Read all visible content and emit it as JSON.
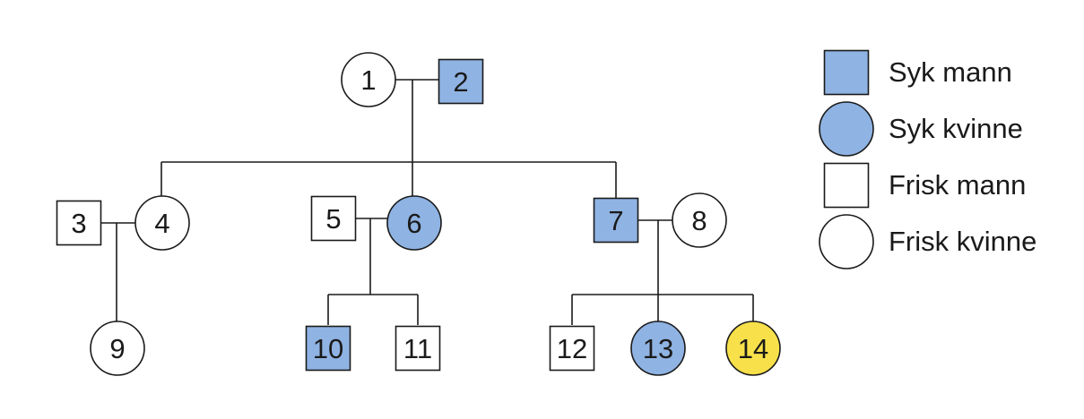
{
  "colors": {
    "affected": "#8fb3e3",
    "unaffected": "#ffffff",
    "highlight": "#f7e04a",
    "line": "#1a1a1a"
  },
  "individuals": [
    {
      "id": "1",
      "sex": "female",
      "status": "unaffected"
    },
    {
      "id": "2",
      "sex": "male",
      "status": "affected"
    },
    {
      "id": "3",
      "sex": "male",
      "status": "unaffected"
    },
    {
      "id": "4",
      "sex": "female",
      "status": "unaffected"
    },
    {
      "id": "5",
      "sex": "male",
      "status": "unaffected"
    },
    {
      "id": "6",
      "sex": "female",
      "status": "affected"
    },
    {
      "id": "7",
      "sex": "male",
      "status": "affected"
    },
    {
      "id": "8",
      "sex": "female",
      "status": "unaffected"
    },
    {
      "id": "9",
      "sex": "female",
      "status": "unaffected"
    },
    {
      "id": "10",
      "sex": "male",
      "status": "affected"
    },
    {
      "id": "11",
      "sex": "male",
      "status": "unaffected"
    },
    {
      "id": "12",
      "sex": "male",
      "status": "unaffected"
    },
    {
      "id": "13",
      "sex": "female",
      "status": "affected"
    },
    {
      "id": "14",
      "sex": "female",
      "status": "highlight"
    }
  ],
  "legend": [
    {
      "label": "Syk mann",
      "sex": "male",
      "status": "affected"
    },
    {
      "label": "Syk kvinne",
      "sex": "female",
      "status": "affected"
    },
    {
      "label": "Frisk mann",
      "sex": "male",
      "status": "unaffected"
    },
    {
      "label": "Frisk kvinne",
      "sex": "female",
      "status": "unaffected"
    }
  ]
}
